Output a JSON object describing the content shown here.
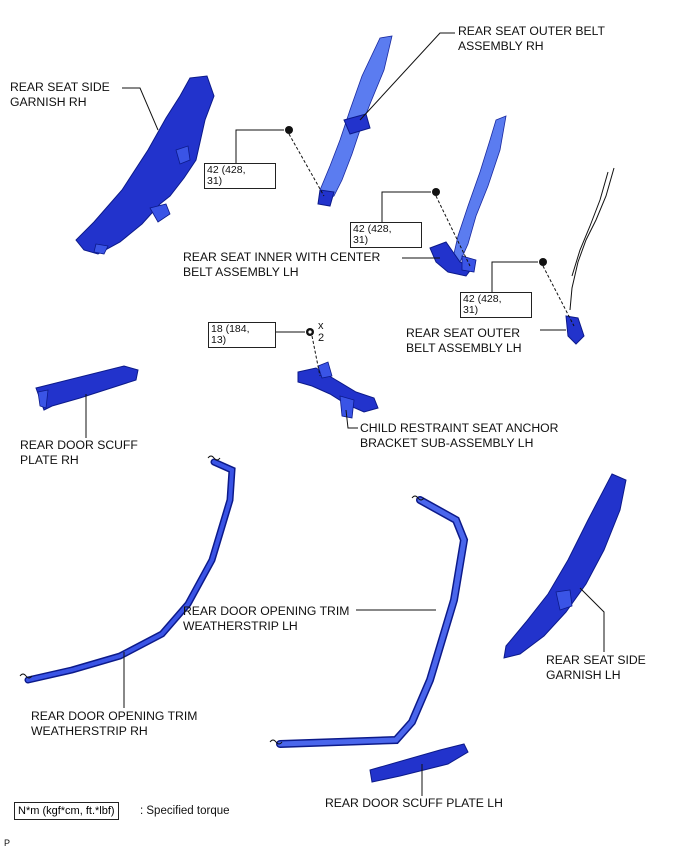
{
  "labels": {
    "rear_seat_outer_belt_rh": "REAR SEAT OUTER BELT\nASSEMBLY RH",
    "rear_seat_side_garnish_rh": "REAR SEAT SIDE\nGARNISH RH",
    "rear_seat_inner_belt_lh": "REAR SEAT INNER WITH CENTER\nBELT ASSEMBLY LH",
    "rear_seat_outer_belt_lh": "REAR SEAT OUTER\nBELT ASSEMBLY LH",
    "rear_door_scuff_plate_rh": "REAR DOOR SCUFF\nPLATE RH",
    "child_restraint_bracket_lh": "CHILD RESTRAINT SEAT ANCHOR\nBRACKET SUB-ASSEMBLY LH",
    "rear_door_opening_trim_lh": "REAR DOOR OPENING TRIM\nWEATHERSTRIP LH",
    "rear_seat_side_garnish_lh": "REAR SEAT SIDE\nGARNISH LH",
    "rear_door_opening_trim_rh": "REAR DOOR OPENING TRIM\nWEATHERSTRIP RH",
    "rear_door_scuff_plate_lh": "REAR DOOR SCUFF PLATE LH"
  },
  "torques": {
    "outer_rh": "42 (428,\n31)",
    "inner_lh": "42 (428,\n31)",
    "outer_lh": "42 (428,\n31)",
    "bracket": "18 (184,\n13)"
  },
  "quantity": "x\n2",
  "legend": {
    "unit": "N*m (kgf*cm, ft.*lbf)",
    "description": ": Specified torque"
  },
  "footer_mark": "P",
  "colors": {
    "part_fill": "#2233cc",
    "part_stroke": "#0c1a8a"
  }
}
